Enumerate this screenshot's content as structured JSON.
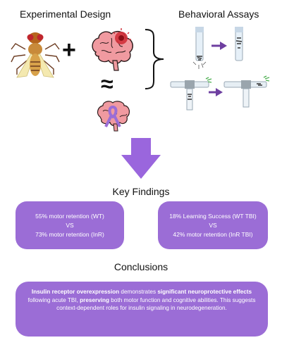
{
  "headings": {
    "experimental_design": "Experimental Design",
    "behavioral_assays": "Behavioral Assays",
    "key_findings": "Key Findings",
    "conclusions": "Conclusions"
  },
  "symbols": {
    "plus": "+",
    "approx": "≈"
  },
  "findings": {
    "left": {
      "line1": "55% motor retention (WT)",
      "line2": "VS",
      "line3": "73% motor retention (InR)"
    },
    "right": {
      "line1": "18% Learning Success (WT TBI)",
      "line2": "VS",
      "line3": "42% motor retention (InR TBI)"
    }
  },
  "conclusion": {
    "p1_bold": "Insulin receptor overexpression",
    "p2": " demonstrates ",
    "p3_bold": "significant neuroprotective effects",
    "p4": " following acute TBI, ",
    "p5_bold": "preserving",
    "p6": " both motor function and cognitive abilities. This suggests context-dependent roles for insulin signaling in neurodegeneration."
  },
  "colors": {
    "accent": "#9b6dd6",
    "arrow": "#6e3fa0",
    "big_arrow": "#9a66dd"
  }
}
